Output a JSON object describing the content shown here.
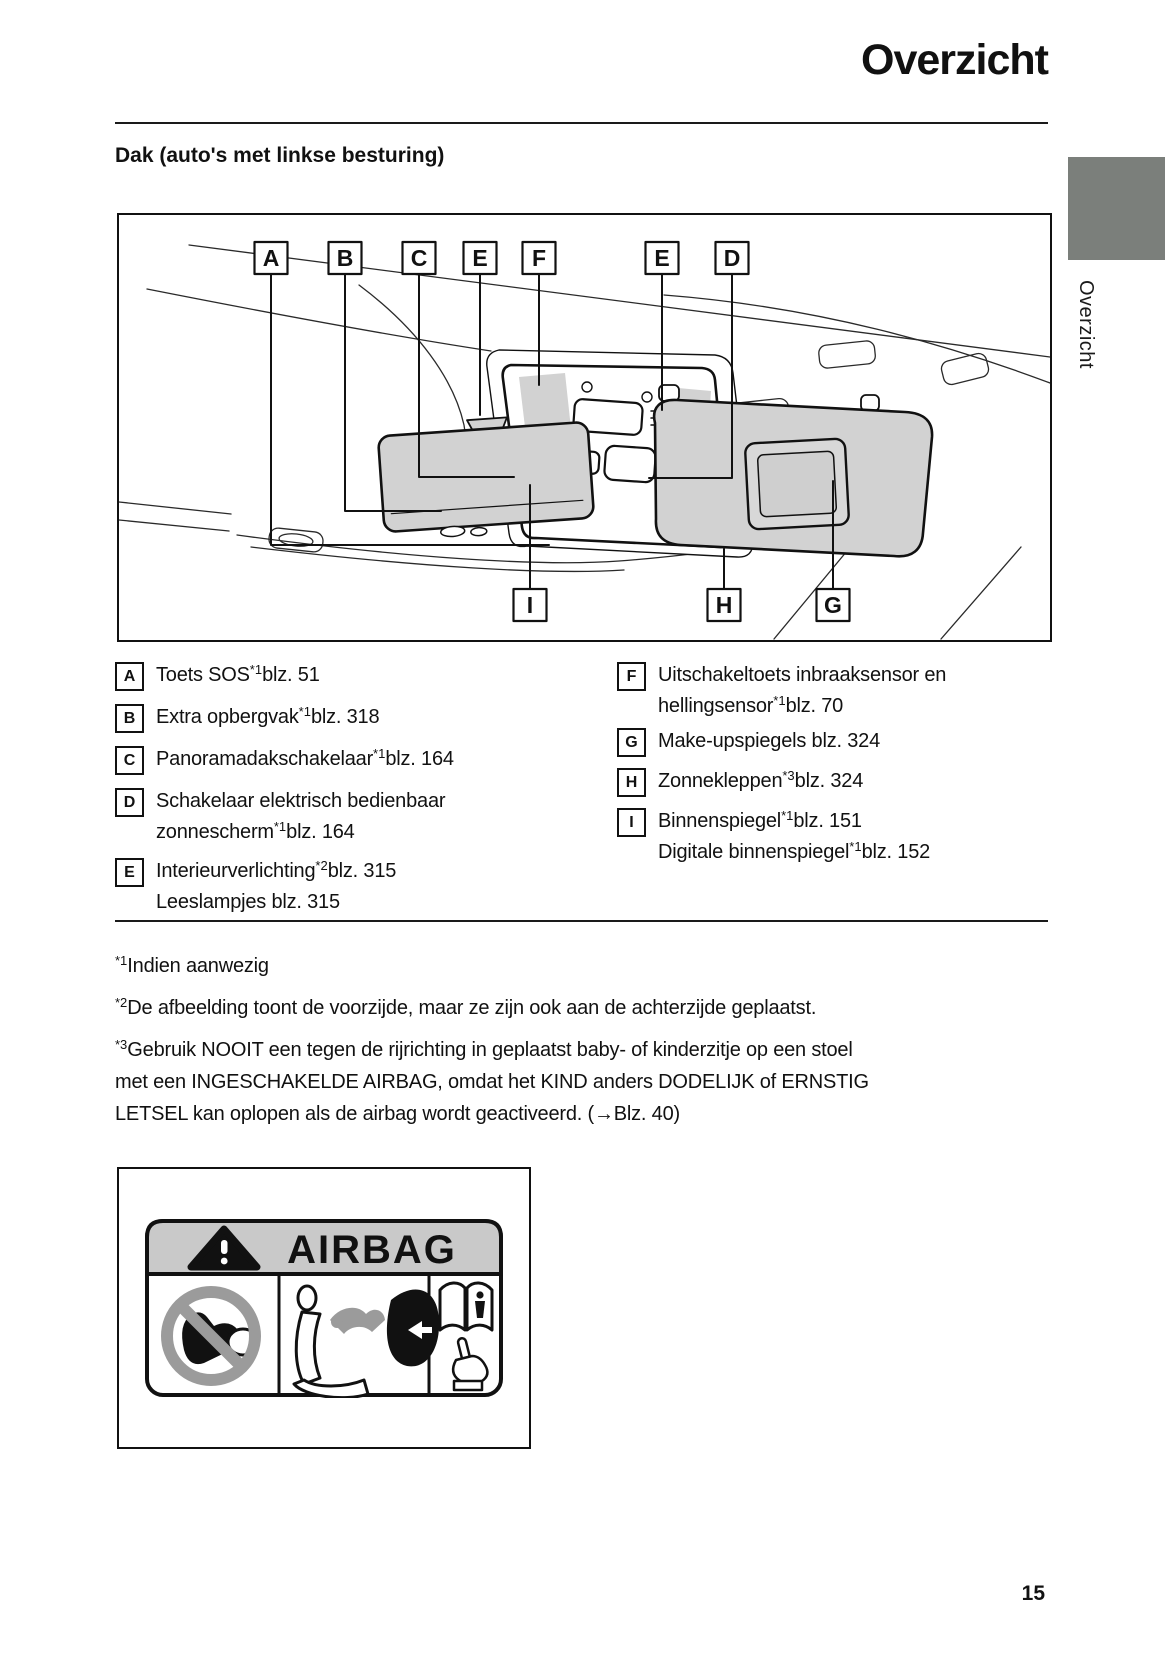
{
  "page": {
    "title": "Overzicht",
    "section_heading": "Dak (auto's met linkse besturing)",
    "side_tab_label": "Overzicht",
    "page_number": "15"
  },
  "colors": {
    "tab_gray": "#7b7f7b",
    "diagram_fill_gray": "#d2d2d2",
    "airbag_header_gray": "#c9c9c9",
    "prohibition_gray": "#9b9b9b"
  },
  "diagram": {
    "labels_top": [
      "A",
      "B",
      "C",
      "E",
      "F",
      "E",
      "D"
    ],
    "labels_bottom": [
      "I",
      "H",
      "G"
    ]
  },
  "legend": {
    "left": [
      {
        "letter": "A",
        "l1a": "Toets SOS",
        "l1s": "*1",
        "l1b": "blz. 51"
      },
      {
        "letter": "B",
        "l1a": "Extra opbergvak",
        "l1s": "*1",
        "l1b": "blz. 318"
      },
      {
        "letter": "C",
        "l1a": "Panoramadakschakelaar",
        "l1s": "*1",
        "l1b": "blz. 164"
      },
      {
        "letter": "D",
        "l1a": "Schakelaar elektrisch bedienbaar",
        "l2a": "zonnescherm",
        "l2s": "*1",
        "l2b": "blz. 164"
      },
      {
        "letter": "E",
        "l1a": "Interieurverlichting",
        "l1s": "*2",
        "l1b": "blz. 315",
        "l2a": "Leeslampjes blz. 315"
      }
    ],
    "right": [
      {
        "letter": "F",
        "l1a": "Uitschakeltoets inbraaksensor en",
        "l2a": "hellingsensor",
        "l2s": "*1",
        "l2b": "blz. 70"
      },
      {
        "letter": "G",
        "l1a": "Make-upspiegels blz. 324"
      },
      {
        "letter": "H",
        "l1a": "Zonnekleppen",
        "l1s": "*3",
        "l1b": "blz. 324"
      },
      {
        "letter": "I",
        "l1a": "Binnenspiegel",
        "l1s": "*1",
        "l1b": "blz. 151",
        "l2a": "Digitale binnenspiegel",
        "l2s": "*1",
        "l2b": "blz. 152"
      }
    ]
  },
  "footnotes": [
    {
      "sup": "*1",
      "l1": "Indien aanwezig"
    },
    {
      "sup": "*2",
      "l1": "De afbeelding toont de voorzijde, maar ze zijn ook aan de achterzijde geplaatst."
    },
    {
      "sup": "*3",
      "l1": "Gebruik NOOIT een tegen de rijrichting in geplaatst baby- of kinderzitje op een stoel",
      "l2": "met een INGESCHAKELDE AIRBAG, omdat het KIND anders DODELIJK of ERNSTIG",
      "l3": "LETSEL kan oplopen als de airbag wordt geactiveerd. (→Blz. 40)"
    }
  ],
  "airbag_label": {
    "title": "AIRBAG"
  }
}
